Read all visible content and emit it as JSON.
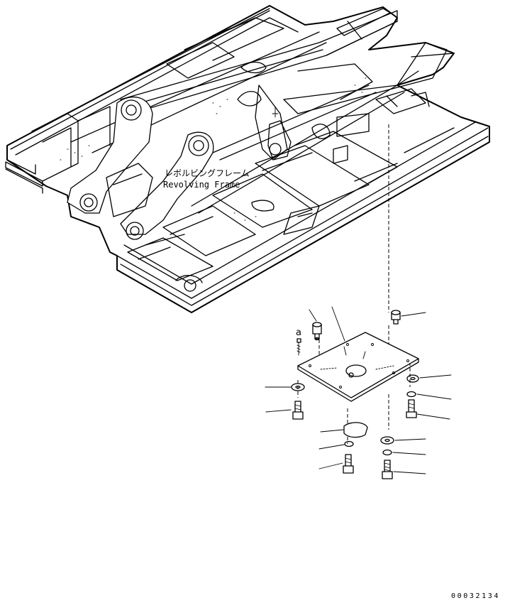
{
  "title_jp": "レボルビングフレーム",
  "title_en": "Revolving Frame",
  "ref_letter": "a",
  "doc_number": "00032134"
}
